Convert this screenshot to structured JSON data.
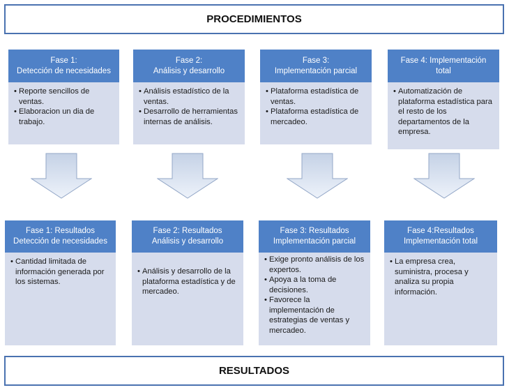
{
  "title": "PROCEDIMIENTOS",
  "footer": "RESULTADOS",
  "phases": [
    {
      "header_line1": "Fase 1:",
      "header_line2": "Detección de necesidades",
      "items": [
        "Reporte sencillos de ventas.",
        "Elaboracion un dia de trabajo."
      ]
    },
    {
      "header_line1": "Fase 2:",
      "header_line2": "Análisis y desarrollo",
      "items": [
        "Análisis estadístico de la ventas.",
        "Desarrollo de herramientas internas de análisis."
      ]
    },
    {
      "header_line1": "Fase 3:",
      "header_line2": "Implementación parcial",
      "items": [
        "Plataforma estadística de ventas.",
        "Plataforma estadística de mercadeo."
      ]
    },
    {
      "header_line1": "Fase 4: Implementación",
      "header_line2": "total",
      "items": [
        "Automatización de plataforma estadística para el resto de los departamentos de la empresa."
      ]
    }
  ],
  "results": [
    {
      "header_line1": "Fase 1: Resultados",
      "header_line2": "Detección de necesidades",
      "items": [
        "Cantidad limitada de información generada por los sistemas."
      ]
    },
    {
      "header_line1": "Fase 2: Resultados",
      "header_line2": "Análisis y desarrollo",
      "items": [
        "Análisis y desarrollo de la plataforma estadística y de mercadeo."
      ]
    },
    {
      "header_line1": "Fase 3: Resultados",
      "header_line2": "Implementación parcial",
      "items": [
        "Exige pronto análisis de los expertos.",
        "Apoya a la toma de decisiones.",
        "Favorece la implementación de estrategias de ventas y mercadeo."
      ]
    },
    {
      "header_line1": "Fase 4:Resultados",
      "header_line2": "Implementación total",
      "items": [
        "La empresa crea, suministra, procesa y analiza su propia información."
      ]
    }
  ]
}
